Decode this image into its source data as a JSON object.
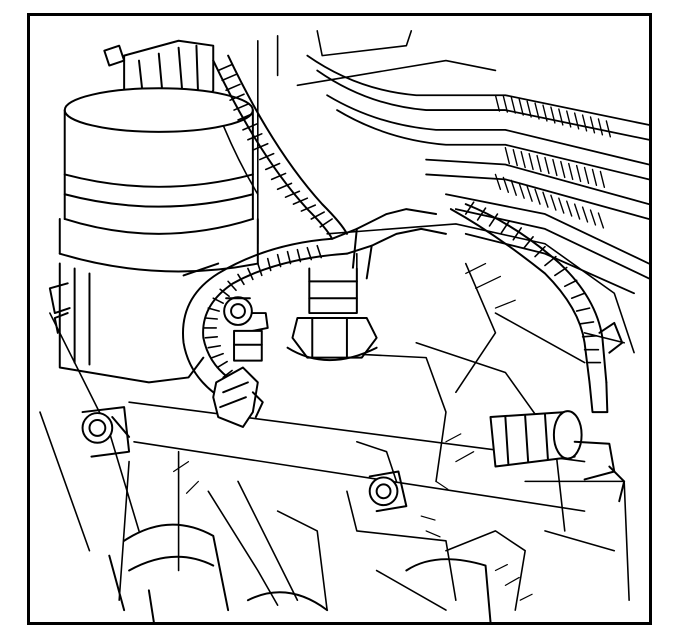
{
  "figure": {
    "kind": "engine-compartment line illustration",
    "colors": {
      "stroke": "#000000",
      "background": "#ffffff",
      "hatch": "#000000"
    },
    "parts": [
      "egr-valve",
      "wiring-harness",
      "sensor-connector",
      "mounting-bolt",
      "hex-fitting",
      "coolant-hoses",
      "engine-block",
      "intake-pipe"
    ]
  }
}
